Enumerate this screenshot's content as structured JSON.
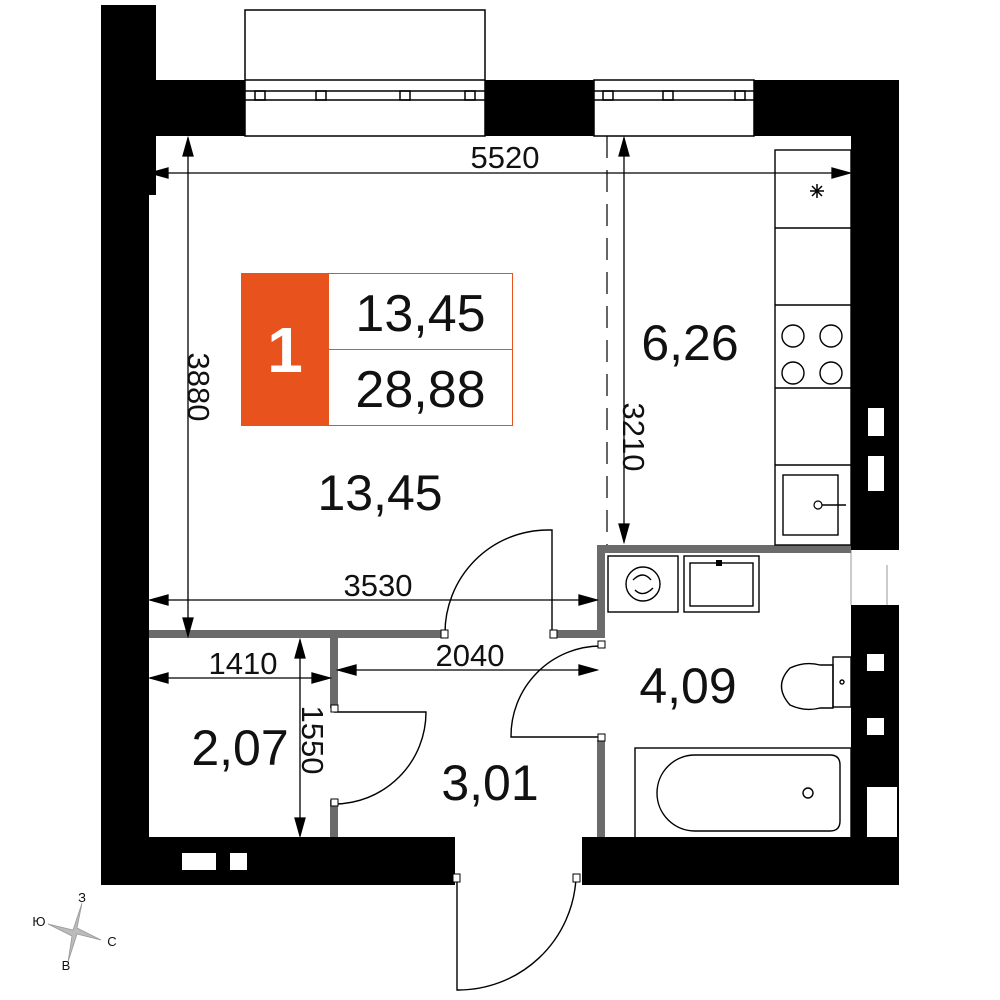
{
  "apartment": {
    "rooms_label": "1",
    "living_area": "13,45",
    "total_area": "28,88"
  },
  "rooms": {
    "living_room": "13,45",
    "kitchen": "6,26",
    "bathroom": "4,09",
    "closet": "2,07",
    "hallway": "3,01"
  },
  "dimensions": {
    "top_width": "5520",
    "living_height": "3880",
    "kitchen_height": "3210",
    "living_width": "3530",
    "hall_width": "2040",
    "closet_width": "1410",
    "closet_height": "1550"
  },
  "compass": {
    "north": "З",
    "south": "В",
    "east": "С",
    "west": "Ю"
  },
  "colors": {
    "wall": "#000000",
    "partition": "#6b6b6b",
    "accent": "#E8531D",
    "line": "#000000"
  }
}
